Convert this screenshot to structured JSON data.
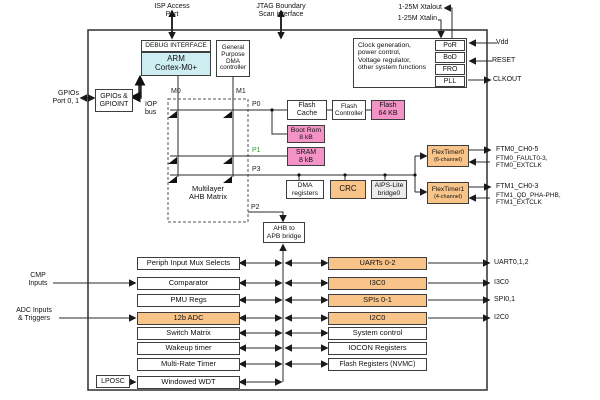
{
  "colors": {
    "core_fill": "#cdedf1",
    "memory_fill": "#f493c6",
    "peripheral_fill": "#f8c489",
    "line": "#2a2a2a",
    "border": "#3d3d3d"
  },
  "external_top": {
    "isp": "ISP Access\nPort",
    "jtag": "JTAG Boundary\nScan interface",
    "xtalout": "1-25M Xtalout",
    "xtalin": "1-25M Xtalin"
  },
  "external_left": {
    "gpio": "GPIOs\nPort 0, 1",
    "cmp": "CMP\nInputs",
    "adc": "ADC Inputs\n& Triggers"
  },
  "external_right": {
    "vdd": "Vdd",
    "reset": "RESET",
    "clkout": "CLKOUT",
    "ftm0_ch": "FTM0_CH0-5",
    "ftm0_fault": "FTM0_FAULT0-3,\nFTM0_EXTCLK",
    "ftm1_ch": "FTM1_CH0-3",
    "ftm1_qd": "FTM1_QD_PHA-PHB,\nFTM1_EXTCLK",
    "uart": "UART0,1,2",
    "i3c": "I3C0",
    "spi": "SPI0,1",
    "i2c": "I2C0"
  },
  "cpu": {
    "debug": "DEBUG INTERFACE",
    "core": "ARM\nCortex-M0+",
    "dma": "General\nPurpose\nDMA\ncontroller",
    "gpio_block": "GPIOs &\nGPIOINT",
    "iop_bus": "IOP\nbus"
  },
  "bus": {
    "m0": "M0",
    "m1": "M1",
    "p0": "P0",
    "p1": "P1",
    "p2": "P2",
    "p3": "P3",
    "matrix": "Multilayer\nAHB Matrix",
    "ahb_apb": "AHB to\nAPB bridge"
  },
  "memory": {
    "flash_cache": "Flash\nCache",
    "flash_ctrl": "Flash\nController",
    "flash": "Flash\n64 KB",
    "boot_rom": "Boot Rom\n8 kB",
    "sram": "SRAM\n8 kB"
  },
  "system": {
    "clock_desc": "Clock generation,\npower control,\nVoltage regulator,\nother system functions",
    "por": "PoR",
    "bod": "BoD",
    "fro": "FRO",
    "pll": "PLL",
    "dma_regs": "DMA\nregisters",
    "crc": "CRC",
    "aips": "AIPS-Lite\nbridge0",
    "ftm0": "FlexTimer0",
    "ftm0_sub": "(6-channel)",
    "ftm1": "FlexTimer1",
    "ftm1_sub": "(4-channel)",
    "lposc": "LPOSC"
  },
  "peripherals_left": [
    "Periph Input Mux Selects",
    "Comparator",
    "PMU Regs",
    "12b ADC",
    "Switch Matrix",
    "Wakeup timer",
    "Multi-Rate Timer",
    "Windowed WDT"
  ],
  "peripherals_right": [
    "UARTs 0-2",
    "I3C0",
    "SPIs 0-1",
    "I2C0",
    "System control",
    "IOCON Registers",
    "Flash Registers (NVMC)"
  ]
}
